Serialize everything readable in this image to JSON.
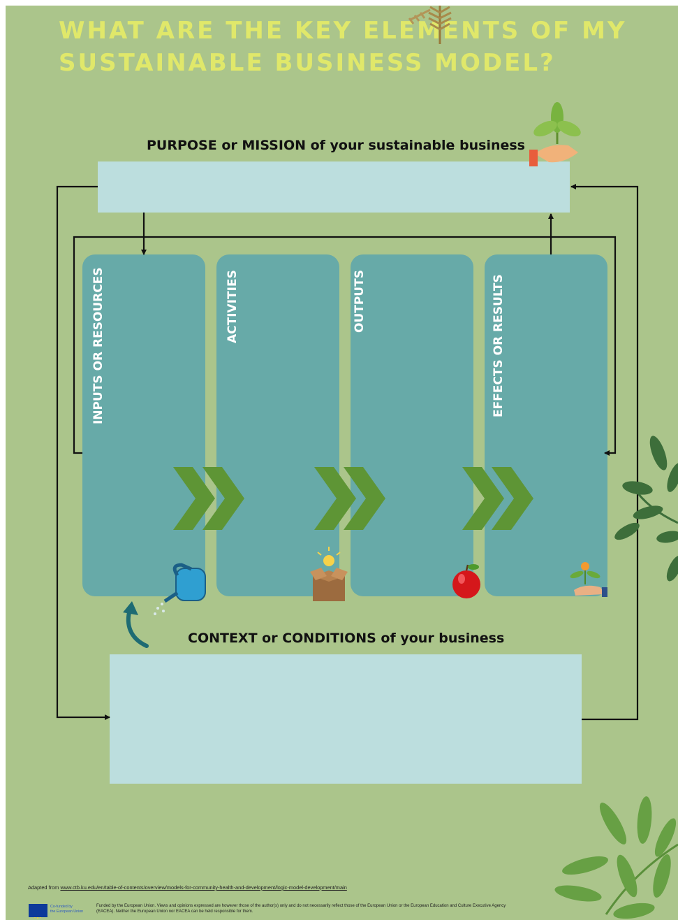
{
  "title": {
    "line1": "WHAT ARE THE KEY ELEMENTS OF MY",
    "line2": "SUSTAINABLE BUSINESS MODEL?"
  },
  "purpose": {
    "heading": "PURPOSE or MISSION of your sustainable business"
  },
  "columns": [
    {
      "label": "INPUTS OR RESOURCES",
      "icon": "watering-can-icon"
    },
    {
      "label": "ACTIVITIES",
      "icon": "idea-box-icon"
    },
    {
      "label": "OUTPUTS",
      "icon": "apple-icon"
    },
    {
      "label": "EFFECTS OR RESULTS",
      "icon": "plant-in-hand-icon"
    }
  ],
  "context": {
    "heading": "CONTEXT or CONDITIONS of your business"
  },
  "footer": {
    "adapted_prefix": "Adapted from ",
    "adapted_link": "www.ctb.ku.edu/en/table-of-contents/overview/models-for-community-health-and-development/logic-model-development/main",
    "eu_badge_line1": "Co-funded by",
    "eu_badge_line2": "the European Union",
    "disclaimer": "Funded by the European Union. Views and opinions expressed are however those of the author(s) only and do not necessarily reflect those of the European Union or the European Education and Culture Executive Agency (EACEA). Neither the European Union nor EACEA can be held responsible for them."
  },
  "colors": {
    "background": "#abc58b",
    "title": "#e0e86a",
    "box": "#bcdede",
    "column": "#67aaa8",
    "chevron": "#5e9535",
    "line": "#111111"
  }
}
